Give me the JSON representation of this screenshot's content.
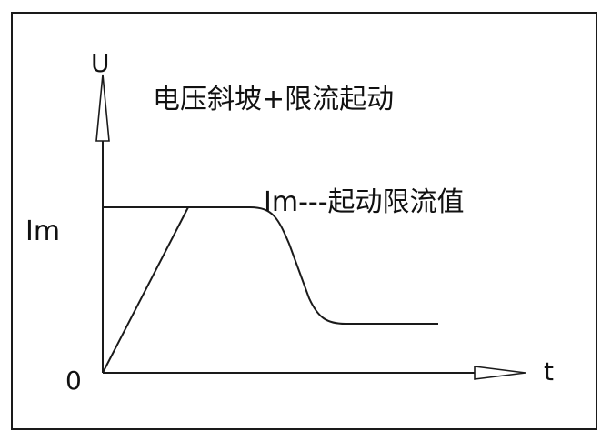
{
  "diagram": {
    "title": "电压斜坡+限流起动",
    "y_axis_label": "U",
    "x_axis_label": "t",
    "origin_label": "0",
    "level_label": "Im",
    "annotation": "Im---起动限流值"
  },
  "colors": {
    "line": "#1a1a1a",
    "background": "#ffffff"
  }
}
